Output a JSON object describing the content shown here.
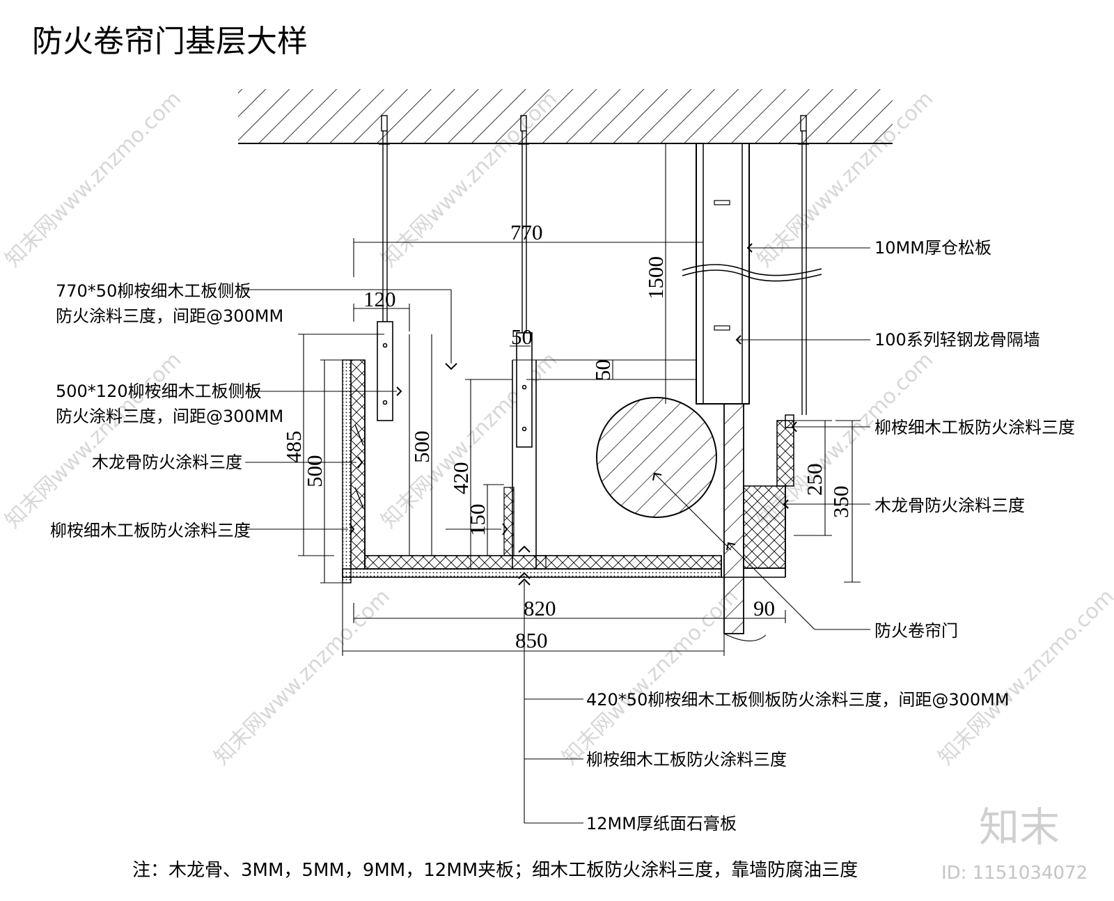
{
  "title": "防火卷帘门基层大样",
  "dimensions": {
    "d770": "770",
    "d120": "120",
    "d50_top": "50",
    "d1500": "1500",
    "d50_right": "50",
    "d485": "485",
    "d500_left": "500",
    "d500_mid": "500",
    "d420": "420",
    "d150": "150",
    "d250": "250",
    "d350": "350",
    "d820": "820",
    "d90": "90",
    "d850": "850"
  },
  "labels_left": [
    {
      "line1": "770*50柳桉细木工板侧板",
      "line2": "防火涂料三度，间距@300MM"
    },
    {
      "line1": "500*120柳桉细木工板侧板",
      "line2": "防火涂料三度，间距@300MM"
    },
    {
      "line1": "木龙骨防火涂料三度",
      "line2": ""
    },
    {
      "line1": "柳桉细木工板防火涂料三度",
      "line2": ""
    }
  ],
  "labels_right": [
    "10MM厚仓松板",
    "100系列轻钢龙骨隔墙",
    "柳桉细木工板防火涂料三度",
    "木龙骨防火涂料三度",
    "防火卷帘门"
  ],
  "labels_bottom": [
    "420*50柳桉细木工板侧板防火涂料三度，间距@300MM",
    "柳桉细木工板防火涂料三度",
    "12MM厚纸面石膏板"
  ],
  "note": "注：木龙骨、3MM，5MM，9MM，12MM夹板；细木工板防火涂料三度，靠墙防腐油三度",
  "watermark": {
    "text": "知末网www.znzmo.com",
    "logo": "知末",
    "id": "ID: 1151034072"
  }
}
